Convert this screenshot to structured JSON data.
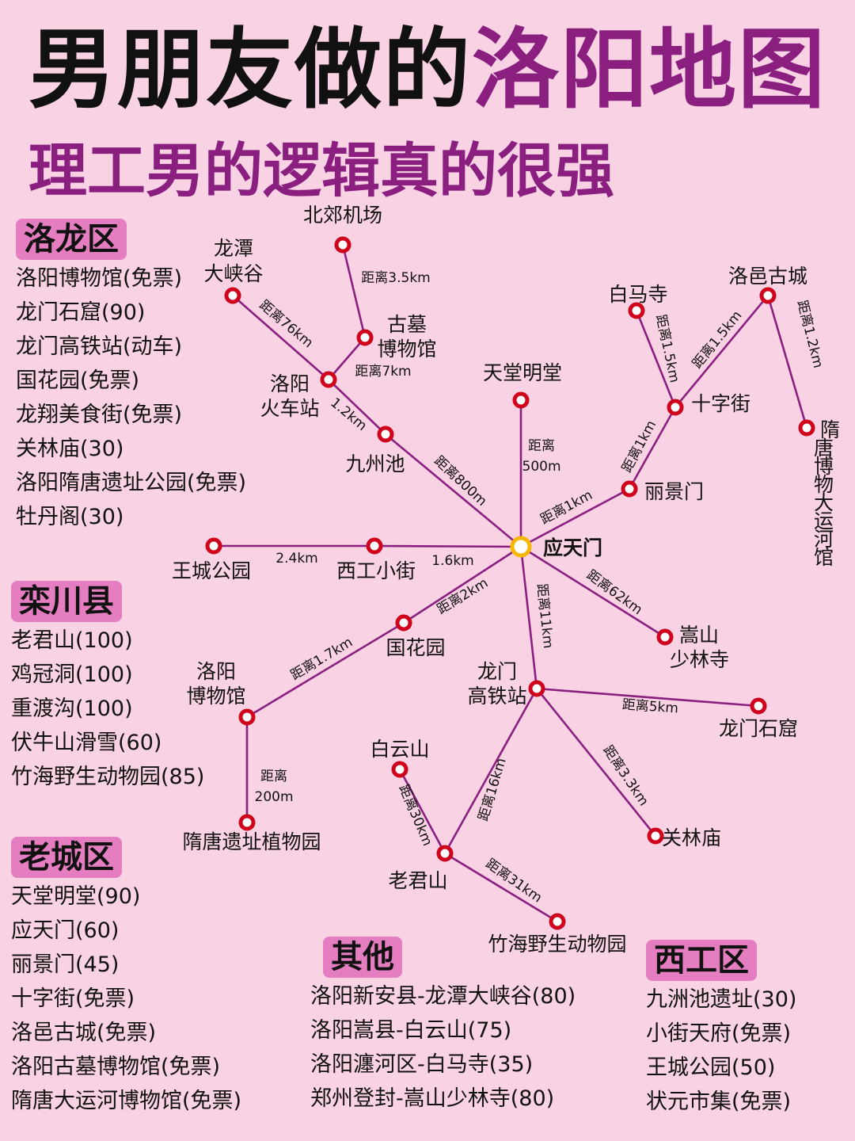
{
  "title": {
    "part1": "男朋友做的",
    "part2": "洛阳地图"
  },
  "subtitle": "理工男的逻辑真的很强",
  "colors": {
    "background": "#f9d2e4",
    "accent": "#8a1f80",
    "tag": "#e57ec0",
    "station": "#d0021b",
    "hub": "#f6b700"
  },
  "sections": {
    "luolong": {
      "name": "洛龙区",
      "items": [
        "洛阳博物馆(免票)",
        "龙门石窟(90)",
        "龙门高铁站(动车)",
        "国花园(免票)",
        "龙翔美食街(免票)",
        "关林庙(30)",
        "洛阳隋唐遗址公园(免票)",
        "牡丹阁(30)"
      ]
    },
    "luanchuan": {
      "name": "栾川县",
      "items": [
        "老君山(100)",
        "鸡冠洞(100)",
        "重渡沟(100)",
        "伏牛山滑雪(60)",
        "竹海野生动物园(85)"
      ]
    },
    "laocheng": {
      "name": "老城区",
      "items": [
        "天堂明堂(90)",
        "应天门(60)",
        "丽景门(45)",
        "十字街(免票)",
        "洛邑古城(免票)",
        "洛阳古墓博物馆(免票)",
        "隋唐大运河博物馆(免票)"
      ]
    },
    "others": {
      "name": "其他",
      "items": [
        "洛阳新安县-龙潭大峡谷(80)",
        "洛阳嵩县-白云山(75)",
        "洛阳瀍河区-白马寺(35)",
        "郑州登封-嵩山少林寺(80)"
      ]
    },
    "xigong": {
      "name": "西工区",
      "items": [
        "九洲池遗址(30)",
        "小街天府(免票)",
        "王城公园(50)",
        "状元市集(免票)"
      ]
    }
  },
  "map": {
    "hub": {
      "name": "应天门"
    },
    "stations": [
      {
        "id": "beijiao",
        "name": "北郊机场"
      },
      {
        "id": "longtan",
        "name": "龙潭大峡谷"
      },
      {
        "id": "gumu",
        "name": "古墓博物馆"
      },
      {
        "id": "huochezhan",
        "name": "洛阳火车站"
      },
      {
        "id": "jiuzhouchi",
        "name": "九州池"
      },
      {
        "id": "tiantang",
        "name": "天堂明堂"
      },
      {
        "id": "baimasi",
        "name": "白马寺"
      },
      {
        "id": "luoyi",
        "name": "洛邑古城"
      },
      {
        "id": "shizijie",
        "name": "十字街"
      },
      {
        "id": "suitang",
        "name": "隋唐博物大运河馆"
      },
      {
        "id": "lijingmen",
        "name": "丽景门"
      },
      {
        "id": "wangcheng",
        "name": "王城公园"
      },
      {
        "id": "xigongxiaojie",
        "name": "西工小街"
      },
      {
        "id": "guohuayuan",
        "name": "国花园"
      },
      {
        "id": "bowuguan",
        "name": "洛阳博物馆"
      },
      {
        "id": "zhiwuyuan",
        "name": "隋唐遗址植物园"
      },
      {
        "id": "songshan",
        "name": "嵩山少林寺"
      },
      {
        "id": "longmengaotie",
        "name": "龙门高铁站"
      },
      {
        "id": "longmenshiku",
        "name": "龙门石窟"
      },
      {
        "id": "guanlinmiao",
        "name": "关林庙"
      },
      {
        "id": "baiyunshan",
        "name": "白云山"
      },
      {
        "id": "laojunshan",
        "name": "老君山"
      },
      {
        "id": "zhuhai",
        "name": "竹海野生动物园"
      }
    ],
    "distances": [
      {
        "from": "beijiao",
        "to": "gumu",
        "label": "距离3.5km"
      },
      {
        "from": "longtan",
        "to": "huochezhan",
        "label": "距离76km"
      },
      {
        "from": "gumu",
        "to": "huochezhan",
        "label": "距离7km"
      },
      {
        "from": "huochezhan",
        "to": "jiuzhouchi",
        "label": "1.2km"
      },
      {
        "from": "jiuzhouchi",
        "to": "hub",
        "label": "距离800m"
      },
      {
        "from": "tiantang",
        "to": "hub",
        "label": "距离500m"
      },
      {
        "from": "baimasi",
        "to": "shizijie",
        "label": "距离1.5km"
      },
      {
        "from": "luoyi",
        "to": "shizijie",
        "label": "距离1.5km"
      },
      {
        "from": "luoyi",
        "to": "suitang",
        "label": "距离1.2km"
      },
      {
        "from": "shizijie",
        "to": "lijingmen",
        "label": "距离1km"
      },
      {
        "from": "lijingmen",
        "to": "hub",
        "label": "距离1km"
      },
      {
        "from": "wangcheng",
        "to": "xigongxiaojie",
        "label": "2.4km"
      },
      {
        "from": "xigongxiaojie",
        "to": "hub",
        "label": "1.6km"
      },
      {
        "from": "hub",
        "to": "guohuayuan",
        "label": "距离2km"
      },
      {
        "from": "guohuayuan",
        "to": "bowuguan",
        "label": "距离1.7km"
      },
      {
        "from": "bowuguan",
        "to": "zhiwuyuan",
        "label": "距离200m"
      },
      {
        "from": "hub",
        "to": "songshan",
        "label": "距离62km"
      },
      {
        "from": "hub",
        "to": "longmengaotie",
        "label": "距离11km"
      },
      {
        "from": "longmengaotie",
        "to": "longmenshiku",
        "label": "距离5km"
      },
      {
        "from": "longmengaotie",
        "to": "guanlinmiao",
        "label": "距离3.3km"
      },
      {
        "from": "longmengaotie",
        "to": "laojunshan",
        "label": "距离16km"
      },
      {
        "from": "baiyunshan",
        "to": "laojunshan",
        "label": "距离30km"
      },
      {
        "from": "laojunshan",
        "to": "zhuhai",
        "label": "距离31km"
      }
    ]
  }
}
